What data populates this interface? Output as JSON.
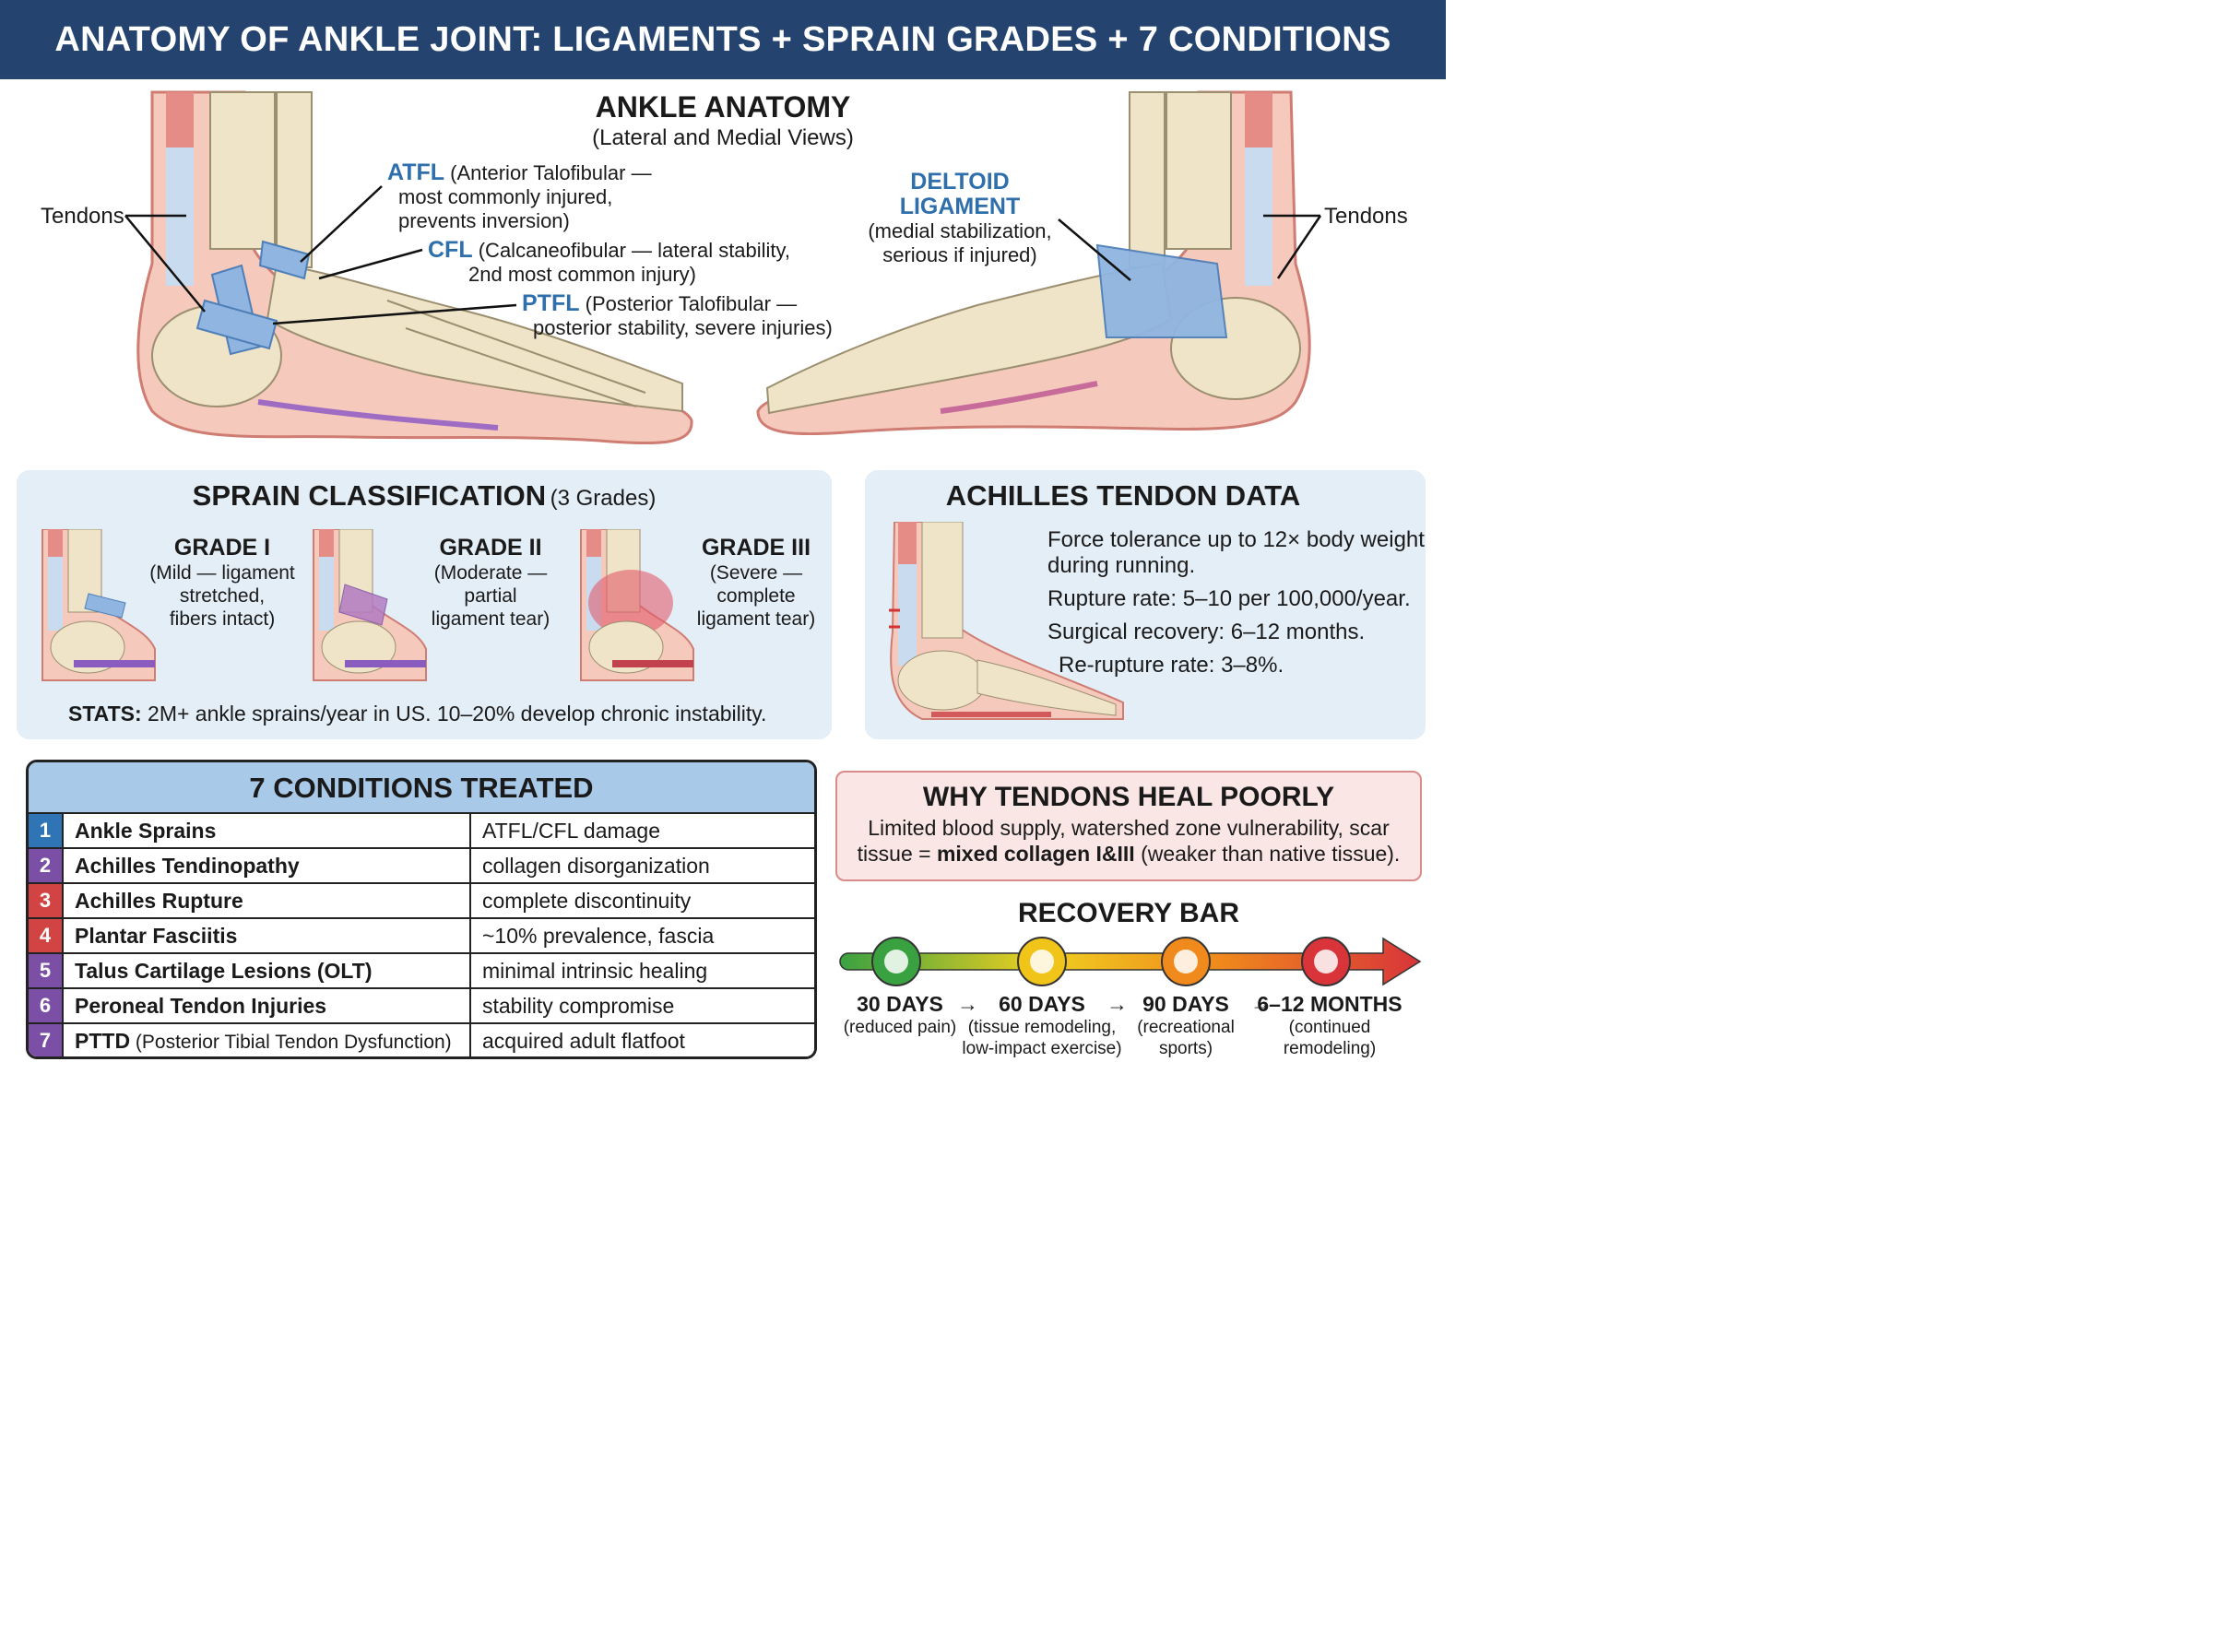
{
  "header": {
    "title": "ANATOMY OF ANKLE JOINT: LIGAMENTS + SPRAIN GRADES + 7 CONDITIONS TREATED"
  },
  "anatomy": {
    "title": "ANKLE ANATOMY",
    "subtitle": "(Lateral and Medial Views)",
    "tendons_left": "Tendons",
    "tendons_right": "Tendons",
    "atfl": {
      "abbr": "ATFL",
      "line1": "(Anterior Talofibular —",
      "line2": "most commonly injured,",
      "line3": "prevents inversion)"
    },
    "cfl": {
      "abbr": "CFL",
      "line1": "(Calcaneofibular — lateral stability,",
      "line2": "2nd most common injury)"
    },
    "ptfl": {
      "abbr": "PTFL",
      "line1": "(Posterior Talofibular —",
      "line2": "posterior stability, severe injuries)"
    },
    "deltoid": {
      "abbr": "DELTOID LIGAMENT",
      "line1": "(medial stabilization,",
      "line2": "serious if injured)"
    }
  },
  "sprain": {
    "title": "SPRAIN CLASSIFICATION",
    "title_suffix": "(3 Grades)",
    "grades": [
      {
        "name": "GRADE I",
        "l1": "(Mild — ligament",
        "l2": "stretched,",
        "l3": "fibers intact)"
      },
      {
        "name": "GRADE II",
        "l1": "(Moderate —",
        "l2": "partial",
        "l3": "ligament tear)"
      },
      {
        "name": "GRADE III",
        "l1": "(Severe —",
        "l2": "complete",
        "l3": "ligament tear)"
      }
    ],
    "stats_label": "STATS:",
    "stats_text": " 2M+ ankle sprains/year in US. 10–20% develop chronic instability."
  },
  "achilles": {
    "title": "ACHILLES TENDON DATA",
    "l1": "Force tolerance up to 12× body weight",
    "l2": "during running.",
    "l3": "Rupture rate: 5–10 per 100,000/year.",
    "l4": "Surgical recovery: 6–12 months.",
    "l5": "Re-rupture rate: 3–8%."
  },
  "conditions": {
    "title": "7 CONDITIONS TREATED",
    "rows": [
      {
        "num": "1",
        "name": "Ankle Sprains",
        "extra": "",
        "desc": "ATFL/CFL damage",
        "color": "#2f74b5"
      },
      {
        "num": "2",
        "name": "Achilles Tendinopathy",
        "extra": "",
        "desc": "collagen disorganization",
        "color": "#7b4fa6"
      },
      {
        "num": "3",
        "name": "Achilles Rupture",
        "extra": "",
        "desc": "complete discontinuity",
        "color": "#d24343"
      },
      {
        "num": "4",
        "name": "Plantar Fasciitis",
        "extra": "",
        "desc": "~10% prevalence, fascia degeneration",
        "color": "#d24343"
      },
      {
        "num": "5",
        "name": "Talus Cartilage Lesions (OLT)",
        "extra": "",
        "desc": "minimal intrinsic healing",
        "color": "#7b4fa6"
      },
      {
        "num": "6",
        "name": "Peroneal Tendon Injuries",
        "extra": "",
        "desc": "stability compromise",
        "color": "#7b4fa6"
      },
      {
        "num": "7",
        "name": "PTTD",
        "extra": " (Posterior Tibial Tendon Dysfunction)",
        "desc": "acquired adult flatfoot",
        "color": "#7b4fa6"
      }
    ]
  },
  "why": {
    "title": "WHY TENDONS HEAL POORLY",
    "l1": "Limited blood supply, watershed zone vulnerability, scar",
    "l2_pre": "tissue = ",
    "l2_bold": "mixed collagen I&III",
    "l2_post": " (weaker than native tissue)."
  },
  "recovery": {
    "title": "RECOVERY BAR",
    "arrow_sep": "→",
    "stages": [
      {
        "label": "30 DAYS",
        "s1": "(reduced pain)",
        "s2": "",
        "color": "#3aa141",
        "icon": "sunrise-icon"
      },
      {
        "label": "60 DAYS",
        "s1": "(tissue remodeling,",
        "s2": "low-impact exercise)",
        "color": "#f0c419",
        "icon": "exercise-icon"
      },
      {
        "label": "90 DAYS",
        "s1": "(recreational",
        "s2": "sports)",
        "color": "#f08a1c",
        "icon": "running-icon"
      },
      {
        "label": "6–12 MONTHS",
        "s1": "(continued",
        "s2": "remodeling)",
        "color": "#d8343a",
        "icon": "speed-icon"
      }
    ]
  }
}
